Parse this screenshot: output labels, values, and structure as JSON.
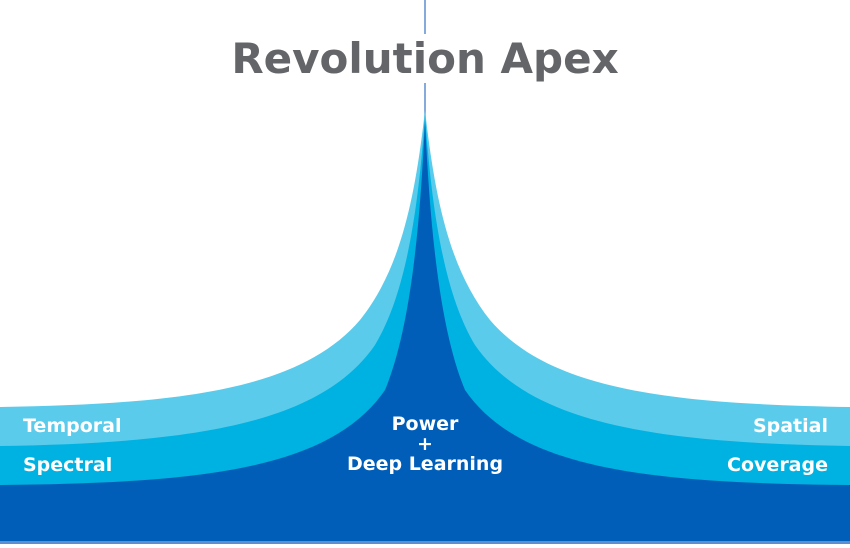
{
  "title": "Revolution Apex",
  "center": {
    "line1": "Power",
    "line2": "+",
    "line3": "Deep Learning"
  },
  "left_labels": {
    "top": "Temporal",
    "bottom": "Spectral"
  },
  "right_labels": {
    "top": "Spatial",
    "bottom": "Coverage"
  },
  "colors": {
    "title": "#636569",
    "axis_line": "#5b8fcf",
    "outer_layer": "#5bcbeb",
    "middle_layer": "#00b2e1",
    "inner_layer": "#005eb8",
    "label_text": "#ffffff",
    "background": "#ffffff"
  }
}
